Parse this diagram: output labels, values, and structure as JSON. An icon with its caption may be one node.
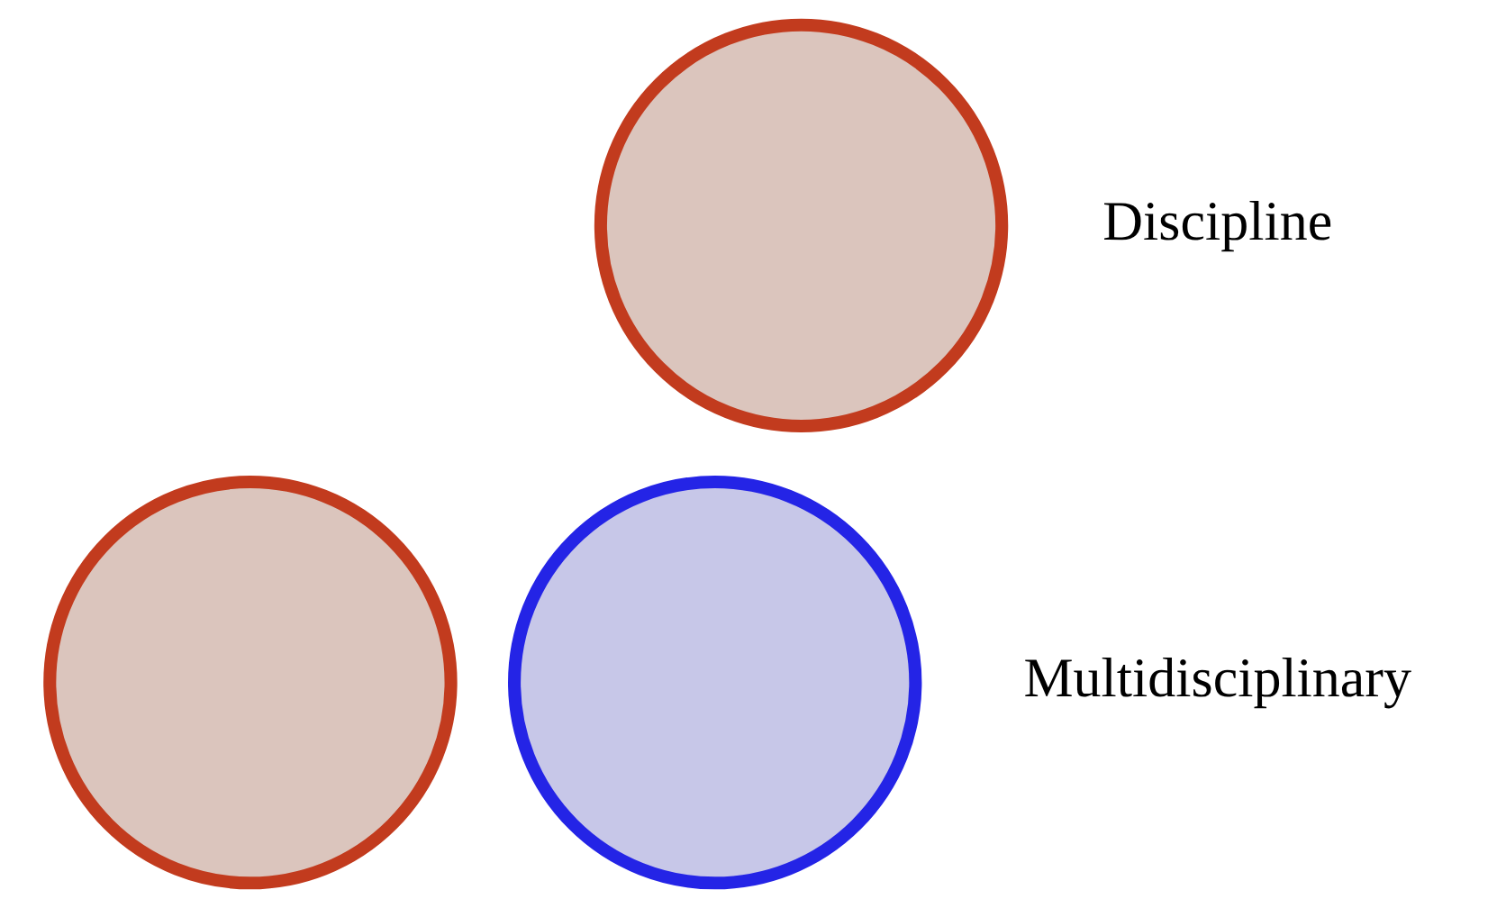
{
  "diagram": {
    "nodes": [
      {
        "text": [],
        "shape": "circle"
      },
      {
        "text": [],
        "shape": "circle"
      },
      {
        "text": [],
        "shape": "circle"
      }
    ],
    "labels": [
      "Discipline",
      "Multidisciplinary"
    ]
  }
}
